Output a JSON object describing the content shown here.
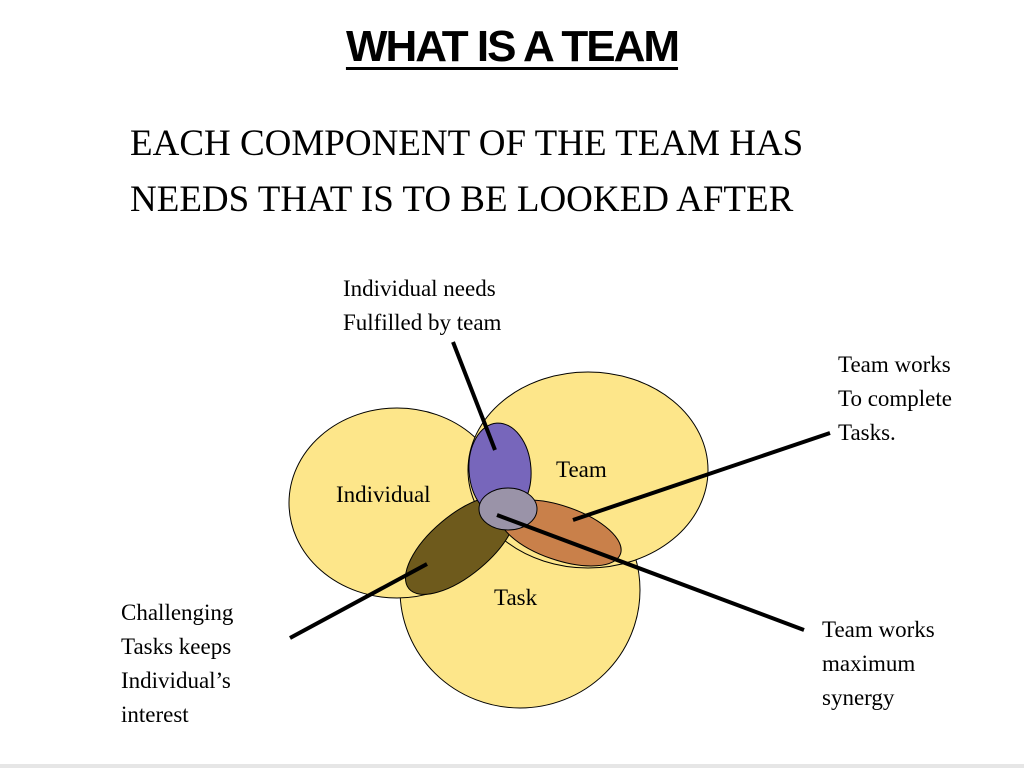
{
  "title": "WHAT IS A TEAM",
  "subtitle": [
    "EACH COMPONENT OF THE TEAM HAS",
    "NEEDS THAT IS TO BE LOOKED AFTER"
  ],
  "circles": {
    "individual": "Individual",
    "team": "Team",
    "task": "Task"
  },
  "callouts": {
    "individual_needs": [
      "Individual needs",
      "Fulfilled by team"
    ],
    "team_works_complete": [
      "Team works",
      "To complete",
      "Tasks."
    ],
    "challenging_tasks": [
      "Challenging",
      "Tasks keeps",
      "Individual’s",
      "interest"
    ],
    "team_synergy": [
      "Team works",
      "maximum",
      "synergy"
    ]
  },
  "colors": {
    "circle_fill": "#FDE68A",
    "individual_team_overlap": "#7766BB",
    "individual_task_overlap": "#6E5A1C",
    "team_task_overlap": "#C9804A",
    "center_overlap": "#9A93A8"
  }
}
